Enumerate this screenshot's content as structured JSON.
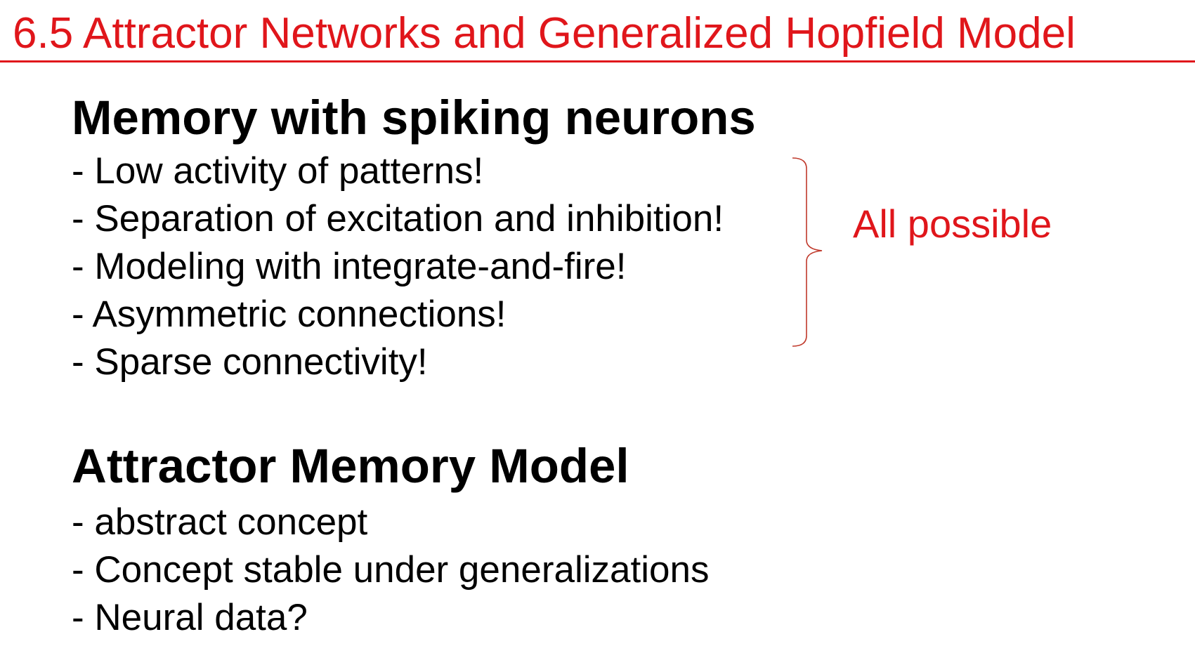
{
  "slide": {
    "title": "6.5 Attractor Networks and Generalized Hopfield Model",
    "accent_color": "#e0161b"
  },
  "section1": {
    "heading": "Memory with spiking neurons",
    "items": [
      "- Low activity of patterns!",
      "- Separation of excitation and inhibition!",
      "- Modeling with integrate-and-fire!",
      "- Asymmetric connections!",
      "- Sparse connectivity!"
    ],
    "annotation": "All possible"
  },
  "section2": {
    "heading": "Attractor Memory Model",
    "items": [
      "- abstract concept",
      "- Concept stable under generalizations",
      "- Neural data?"
    ]
  }
}
